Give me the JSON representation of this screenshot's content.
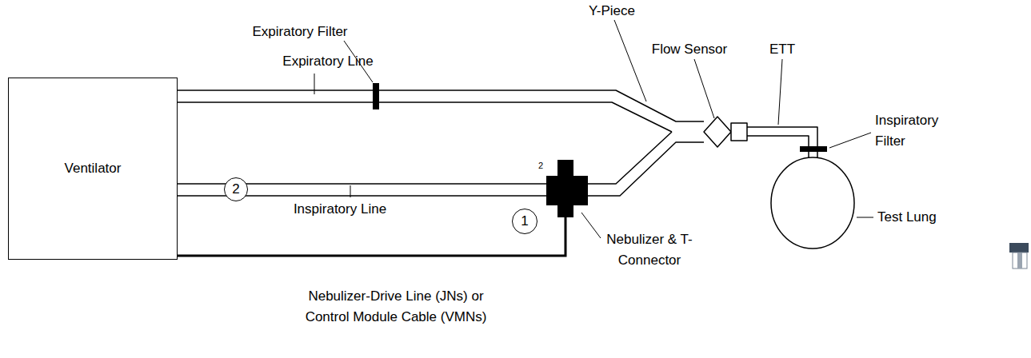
{
  "diagram": {
    "nodes": [
      {
        "text": [
          "Ventilator"
        ]
      },
      {
        "text": [
          "2"
        ]
      },
      {
        "text": [
          "1"
        ]
      }
    ],
    "labels": [
      "Y-Piece",
      "Expiratory Filter",
      "Flow Sensor",
      "ETT",
      "Expiratory Line",
      "Inspiratory Filter",
      "2",
      "Inspiratory Line",
      "Test Lung",
      "Nebulizer & T-Connector",
      "Nebulizer-Drive Line (JNs) or Control Module Cable (VMNs)"
    ]
  }
}
